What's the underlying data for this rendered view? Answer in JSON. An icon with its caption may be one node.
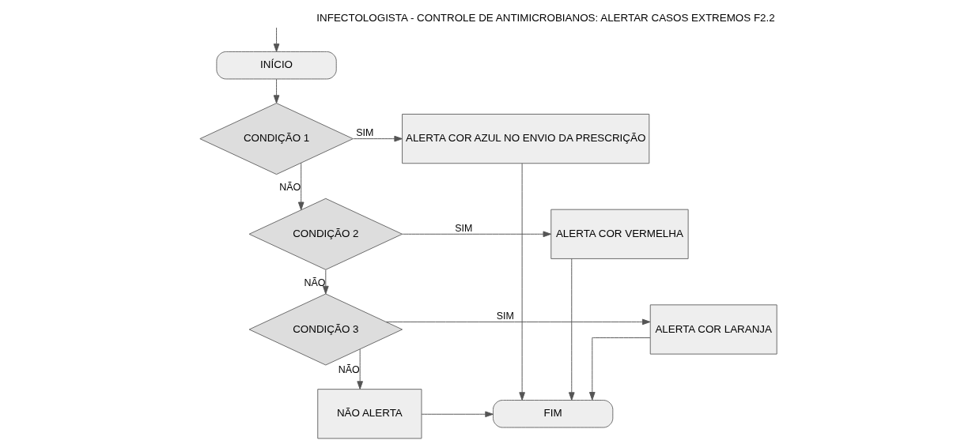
{
  "diagram": {
    "title": "INFECTOLOGISTA - CONTROLE DE ANTIMICROBIANOS: ALERTAR CASOS EXTREMOS F2.2",
    "nodes": [
      {
        "text": [
          "INÍCIO"
        ]
      },
      {
        "text": [
          "CONDIÇÃO 1"
        ]
      },
      {
        "text": [
          "ALERTA COR AZUL NO ENVIO DA PRESCRIÇÃO"
        ]
      },
      {
        "text": [
          "CONDIÇÃO 2"
        ]
      },
      {
        "text": [
          "ALERTA COR VERMELHA"
        ]
      },
      {
        "text": [
          "CONDIÇÃO 3"
        ]
      },
      {
        "text": [
          "ALERTA COR LARANJA"
        ]
      },
      {
        "text": [
          "NÃO ALERTA"
        ]
      },
      {
        "text": [
          "FIM"
        ]
      }
    ],
    "edges": [
      {
        "from": null,
        "to": 0,
        "arrow": "to"
      },
      {
        "from": 0,
        "to": 1,
        "arrow": "to"
      },
      {
        "from": 1,
        "to": 2,
        "arrow": "to",
        "label": "SIM"
      },
      {
        "from": 1,
        "to": 3,
        "arrow": "to",
        "label": "NÃO"
      },
      {
        "from": 3,
        "to": 4,
        "arrow": "to",
        "label": "SIM"
      },
      {
        "from": 3,
        "to": 5,
        "arrow": "to",
        "label": "NÃO"
      },
      {
        "from": 5,
        "to": 6,
        "arrow": "to",
        "label": "SIM"
      },
      {
        "from": 5,
        "to": 7,
        "arrow": "to",
        "label": "NÃO"
      },
      {
        "from": 2,
        "to": 8,
        "arrow": "to"
      },
      {
        "from": 4,
        "to": 8,
        "arrow": "to"
      },
      {
        "from": 6,
        "to": 8,
        "arrow": "to"
      },
      {
        "from": 7,
        "to": 8,
        "arrow": "to"
      }
    ]
  }
}
